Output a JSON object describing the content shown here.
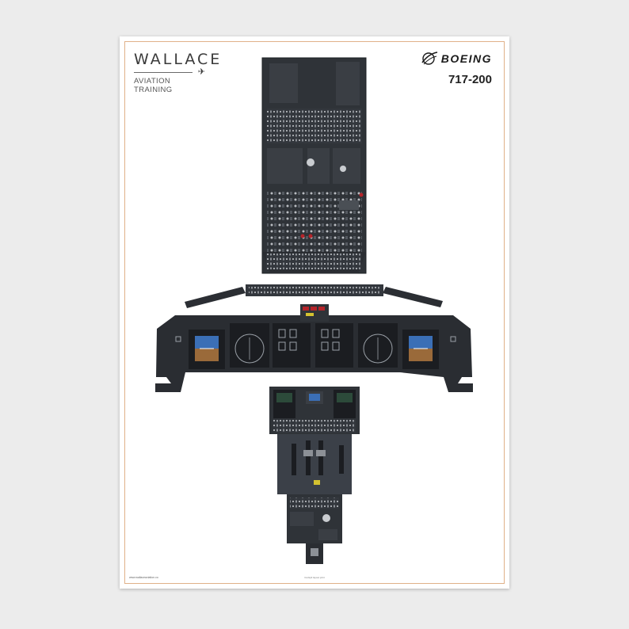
{
  "brand": {
    "name": "WALLACE",
    "subtitle": "AVIATION TRAINING"
  },
  "manufacturer": {
    "name": "BOEING",
    "model": "717-200"
  },
  "footer": {
    "website": "www.wallaceaviation.co",
    "note": "Cockpit layout print"
  },
  "colors": {
    "panel": "#2f3338",
    "panel_dark": "#1f2226",
    "accent_frame": "#e0b189",
    "display_blue": "#3b6fb6",
    "display_brown": "#9a6a3a"
  },
  "icons": {
    "plane": "plane-icon",
    "boeing_logo": "boeing-globe-icon"
  }
}
